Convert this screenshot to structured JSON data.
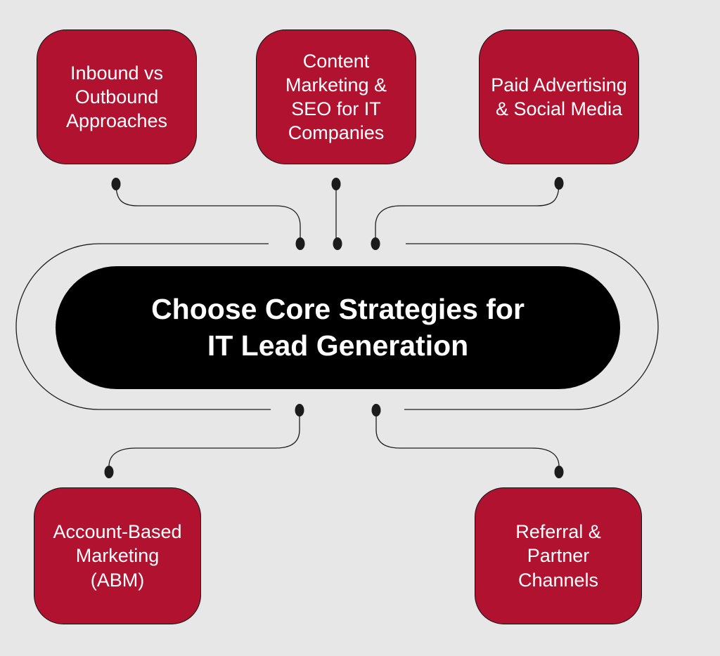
{
  "diagram": {
    "center": {
      "label": "Choose Core Strategies for\nIT Lead Generation"
    },
    "nodes": [
      {
        "id": "inbound-vs-outbound",
        "label": "Inbound vs\nOutbound\nApproaches"
      },
      {
        "id": "content-marketing-seo",
        "label": "Content\nMarketing &\nSEO for IT\nCompanies"
      },
      {
        "id": "paid-advertising-social",
        "label": "Paid Advertising\n& Social Media"
      },
      {
        "id": "account-based-marketing",
        "label": "Account-Based\nMarketing\n(ABM)"
      },
      {
        "id": "referral-partner-channels",
        "label": "Referral &\nPartner\nChannels"
      }
    ],
    "colors": {
      "background": "#e7e7e7",
      "node_fill": "#b11230",
      "node_border": "#111111",
      "node_text": "#ffffff",
      "center_fill": "#000000",
      "center_text": "#ffffff",
      "connector": "#1c1c1c"
    }
  }
}
